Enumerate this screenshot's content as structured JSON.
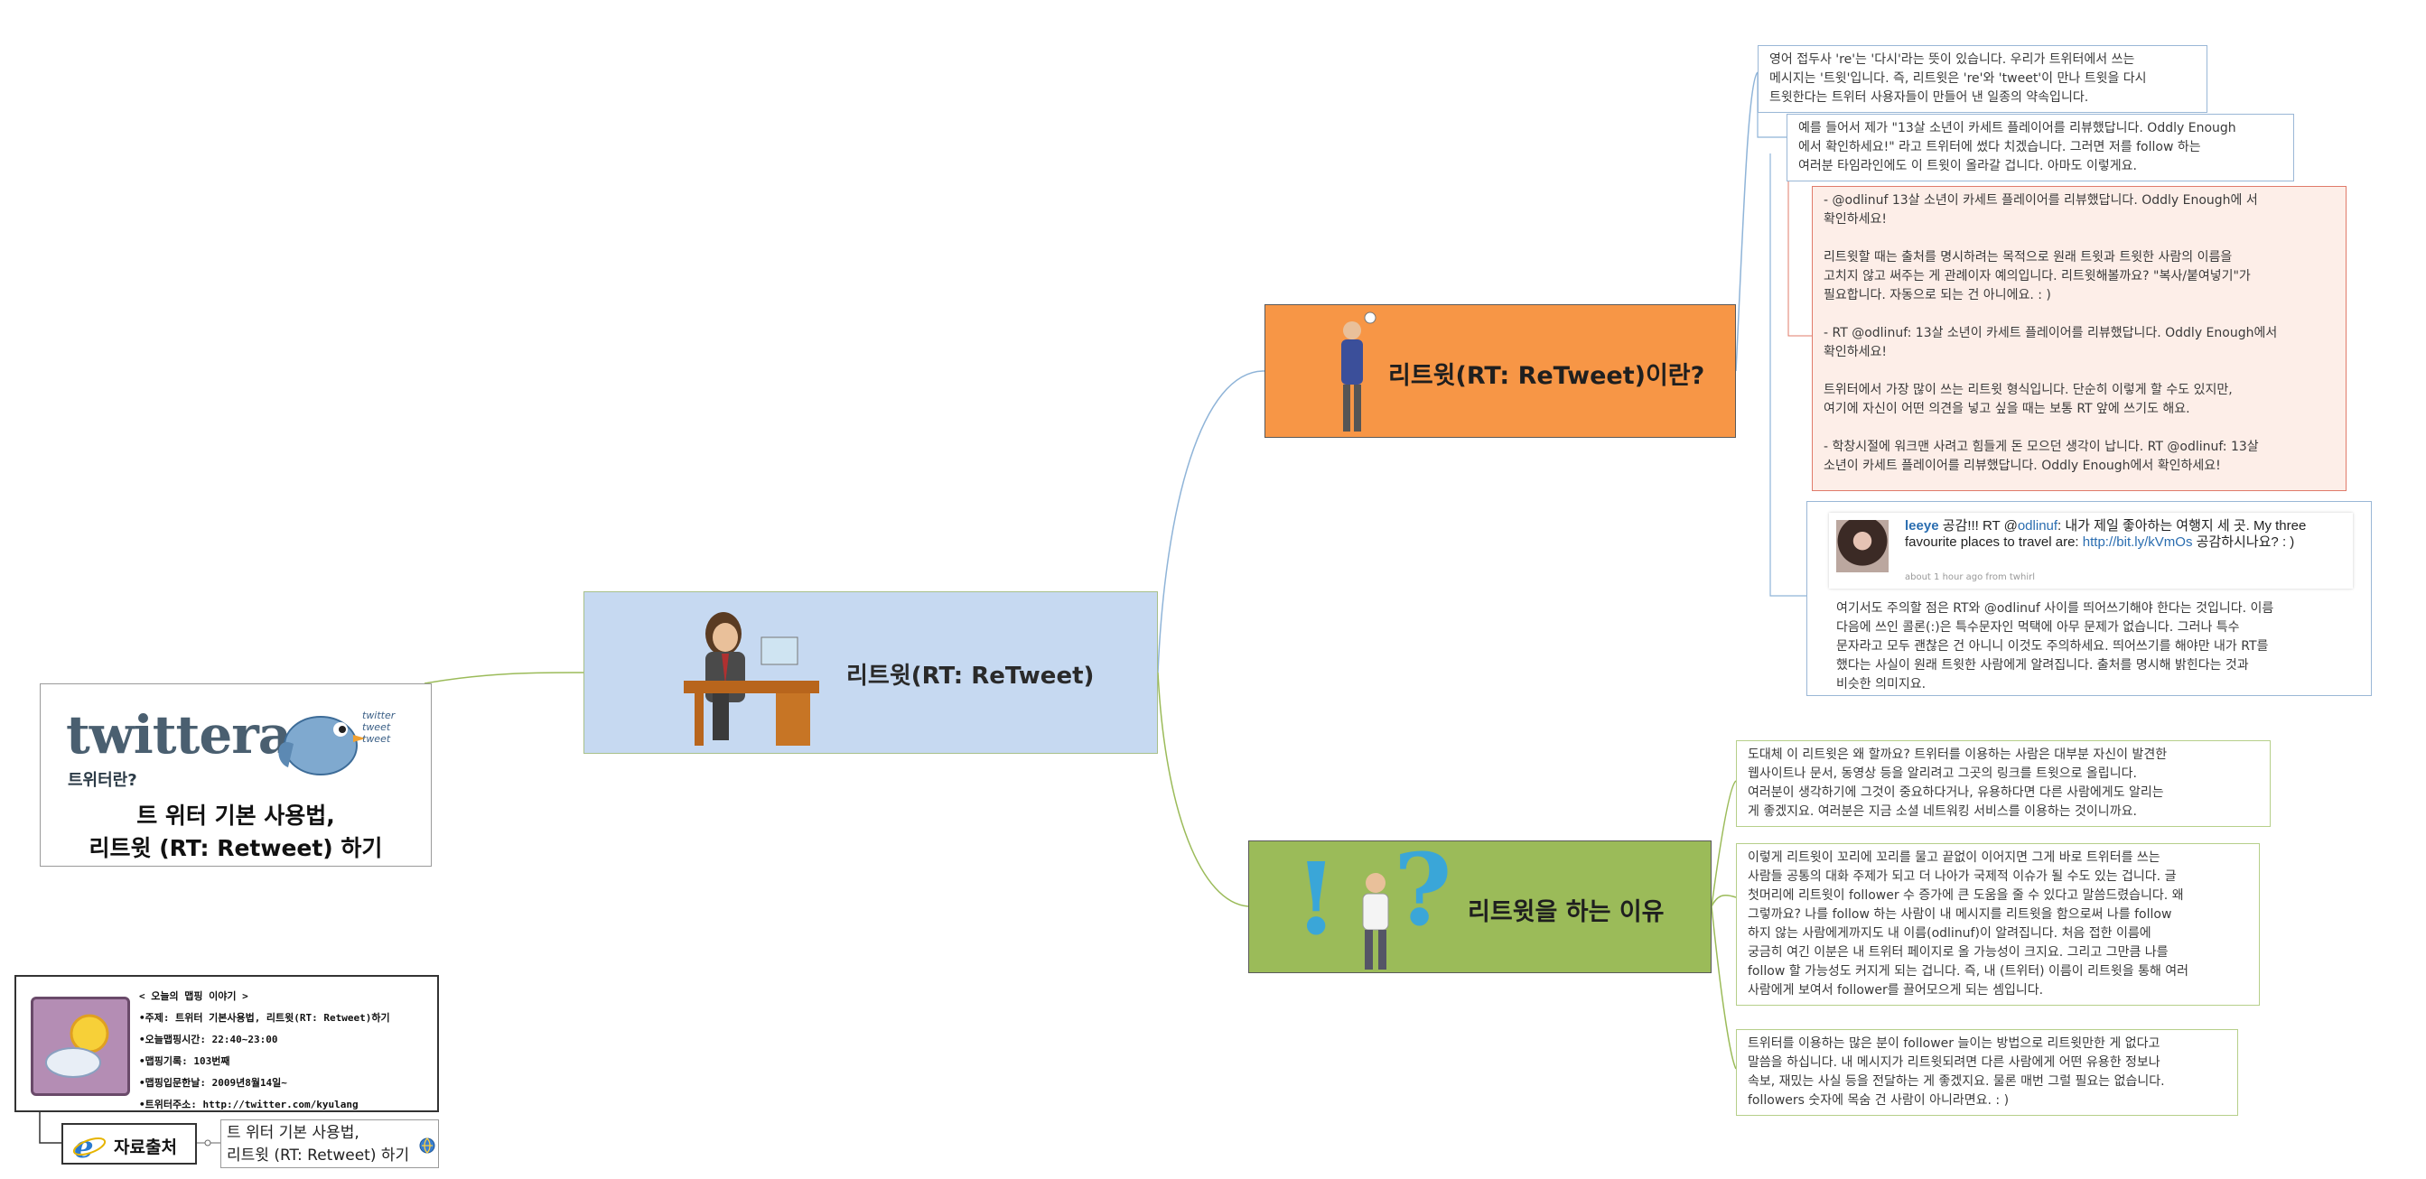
{
  "central": {
    "title": "리트윗(RT: ReTweet)"
  },
  "logo": {
    "wordmark": "twitteran",
    "subtitle": "트위터란?",
    "bird_tags": "twitter\ntweet\ntweet",
    "caption_line1": "트 위터 기본 사용법,",
    "caption_line2": "리트윗 (RT: Retweet) 하기"
  },
  "branch_what": {
    "title": "리트윗(RT: ReTweet)이란?"
  },
  "branch_why": {
    "title": "리트윗을 하는 이유"
  },
  "notes_what": {
    "n1": "영어 접두사 're'는 '다시'라는 뜻이 있습니다. 우리가 트위터에서 쓰는\n메시지는 '트윗'입니다. 즉, 리트윗은 're'와 'tweet'이 만나 트윗을 다시\n트윗한다는 트위터 사용자들이 만들어 낸 일종의 약속입니다.",
    "n2": "예를 들어서 제가 \"13살 소년이 카세트 플레이어를 리뷰했답니다. Oddly Enough\n에서 확인하세요!\" 라고 트위터에 썼다 치겠습니다. 그러면 저를 follow 하는\n여러분 타임라인에도 이 트윗이 올라갈 겁니다. 아마도 이렇게요.",
    "red_p1": "- @odlinuf 13살 소년이 카세트 플레이어를 리뷰했답니다. Oddly Enough에 서\n확인하세요!",
    "red_p2": "리트윗할 때는 출처를 명시하려는 목적으로 원래 트윗과 트윗한 사람의 이름을\n고치지 않고 써주는 게 관례이자 예의입니다. 리트윗해볼까요? \"복사/붙여넣기\"가\n필요합니다. 자동으로 되는 건 아니에요. : )",
    "red_p3": "- RT @odlinuf: 13살 소년이 카세트 플레이어를 리뷰했답니다. Oddly Enough에서\n확인하세요!",
    "red_p4": "트위터에서 가장 많이 쓰는 리트윗 형식입니다. 단순히 이렇게 할 수도 있지만,\n여기에 자신이 어떤 의견을 넣고 싶을 때는 보통 RT 앞에 쓰기도 해요.",
    "red_p5": "- 학창시절에 워크맨 사려고 힘들게 돈 모으던 생각이 납니다. RT @odlinuf: 13살\n소년이 카세트 플레이어를 리뷰했답니다. Oddly Enough에서 확인하세요!"
  },
  "tweet": {
    "user": "leeye",
    "text_a": " 공감!!! RT @",
    "mention": "odlinuf",
    "text_b": ": 내가 제일 좋아하는 여행지 세 곳. My three favourite places to travel are: ",
    "link": "http://bit.ly/kVmOs",
    "text_c": " 공감하시나요? : )",
    "meta": "about 1 hour ago from twhirl",
    "body": "여기서도 주의할 점은 RT와 @odlinuf 사이를 띄어쓰기해야 한다는 것입니다. 이름\n다음에 쓰인 콜론(:)은 특수문자인 먹택에 아무 문제가 없습니다. 그러나 특수\n문자라고 모두 괜찮은 건 아니니 이것도 주의하세요. 띄어쓰기를 해야만 내가 RT를\n했다는 사실이 원래 트윗한 사람에게 알려집니다. 출처를 명시해 밝힌다는 것과\n비슷한 의미지요."
  },
  "notes_why": {
    "n1": "도대체 이 리트윗은 왜 할까요? 트위터를 이용하는 사람은 대부분 자신이 발견한\n웹사이트나 문서, 동영상 등을 알리려고 그곳의 링크를 트윗으로 올립니다.\n여러분이 생각하기에 그것이 중요하다거나, 유용하다면 다른 사람에게도 알리는\n게 좋겠지요. 여러분은 지금 소셜 네트워킹 서비스를 이용하는 것이니까요.",
    "n2": "이렇게 리트윗이 꼬리에 꼬리를 물고 끝없이 이어지면 그게 바로 트위터를 쓰는\n사람들 공통의 대화 주제가 되고 더 나아가 국제적 이슈가 될 수도 있는 겁니다. 글\n첫머리에 리트윗이 follower 수 증가에 큰 도움을 줄 수 있다고 말씀드렸습니다. 왜\n그렇까요? 나를 follow 하는 사람이 내 메시지를 리트윗을 함으로써 나를 follow\n하지 않는 사람에게까지도 내 이름(odlinuf)이 알려집니다. 처음 접한 이름에\n궁금히 여긴 이분은 내 트위터 페이지로 올 가능성이 크지요. 그리고 그만큼 나를\nfollow 할 가능성도 커지게 되는 겁니다. 즉, 내 (트위터) 이름이 리트윗을 통해 여러\n사람에게 보여서 follower를 끌어모으게 되는 셈입니다.",
    "n3": "트위터를 이용하는 많은 분이 follower 늘이는 방법으로 리트윗만한 게 없다고\n말씀을 하십니다. 내 메시지가 리트윗되려면 다른 사람에게 어떤 유용한 정보나\n속보, 재밌는 사실 등을 전달하는 게 좋겠지요. 물론 매번 그럴 필요는 없습니다.\nfollowers 숫자에 목숨 건 사람이 아니라면요. : )"
  },
  "info": {
    "line1": "< 오늘의 맵핑 이야기 >",
    "line2": "•주제: 트위터 기본사용법, 리트윗(RT: Retweet)하기",
    "line3": "•오늘맵핑시간: 22:40~23:00",
    "line4": "•맵핑기록: 103번째",
    "line5": "•맵핑입문한날: 2009년8월14일~",
    "line6": "•트위터주소: http://twitter.com/kyulang"
  },
  "source": {
    "label": "자료출처",
    "link_text": "트 위터 기본 사용법,\n리트윗 (RT: Retweet) 하기"
  },
  "colors": {
    "central_fill": "#c6d9f1",
    "what_fill": "#f79646",
    "why_fill": "#9bbb59",
    "red_note_fill": "#fdeee8"
  }
}
